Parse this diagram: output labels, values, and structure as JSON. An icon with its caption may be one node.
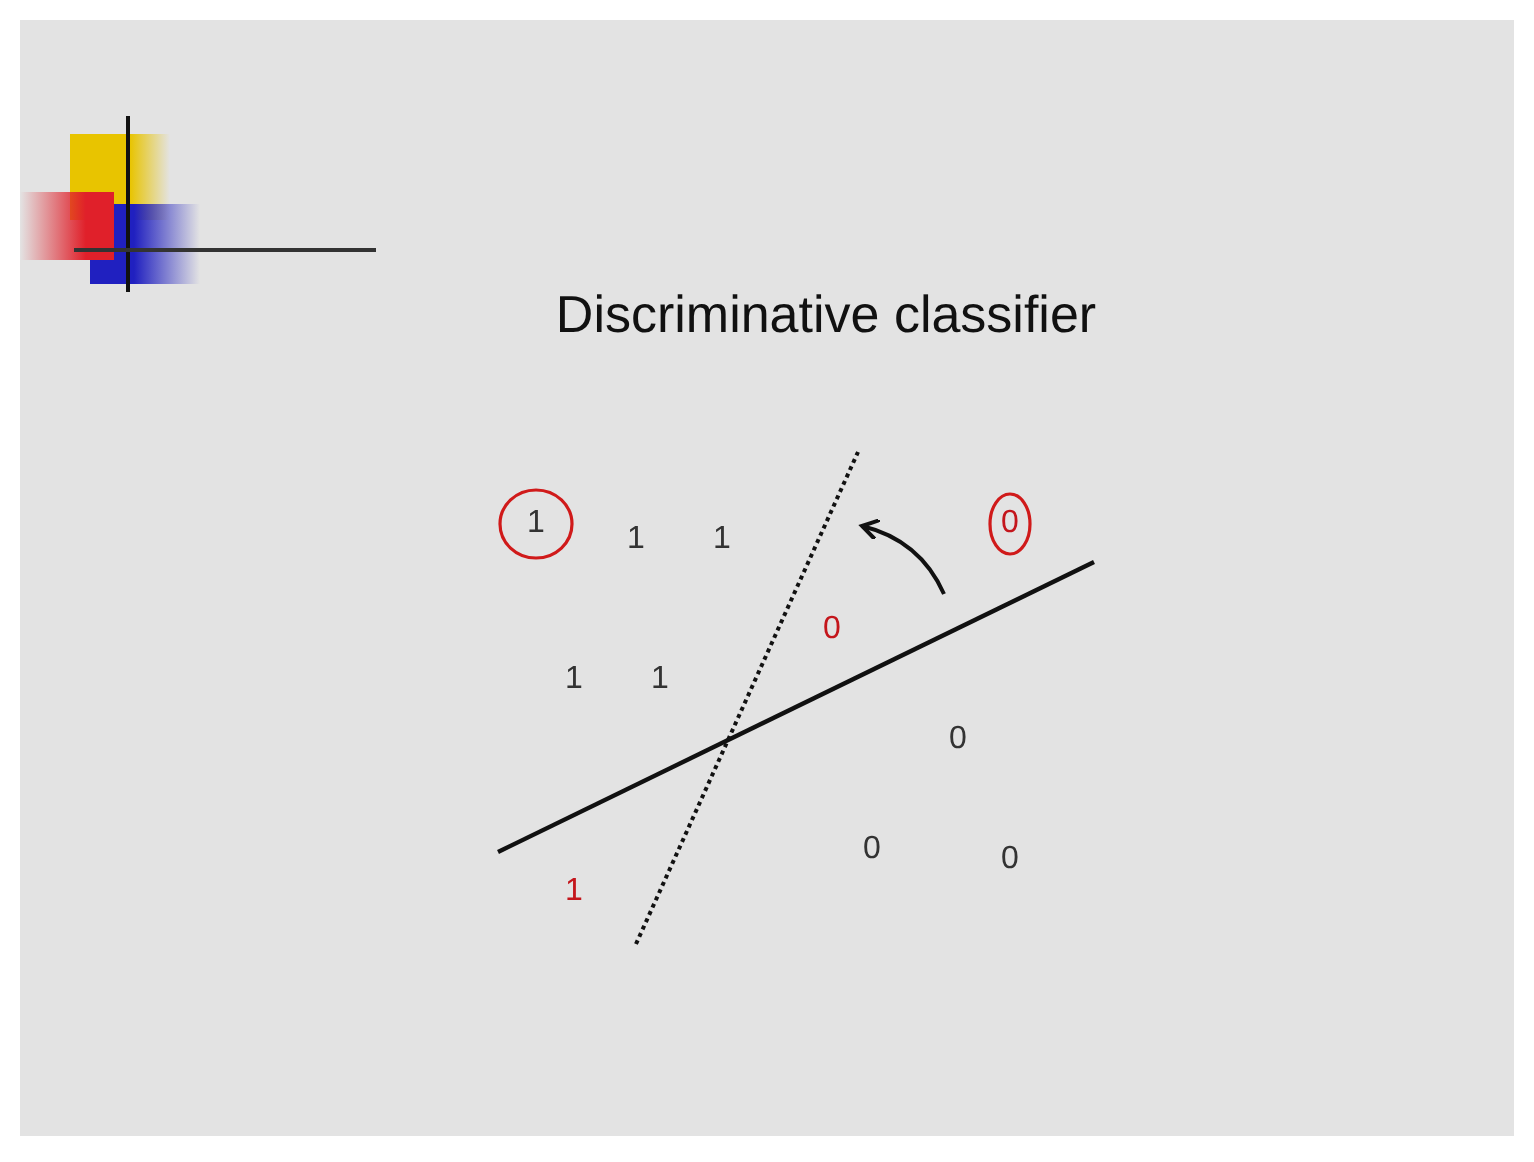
{
  "diagram": {
    "title": "Discriminative classifier",
    "labels": [
      "1",
      "1",
      "1",
      "0",
      "0",
      "1",
      "1",
      "0",
      "0",
      "0",
      "1"
    ]
  }
}
